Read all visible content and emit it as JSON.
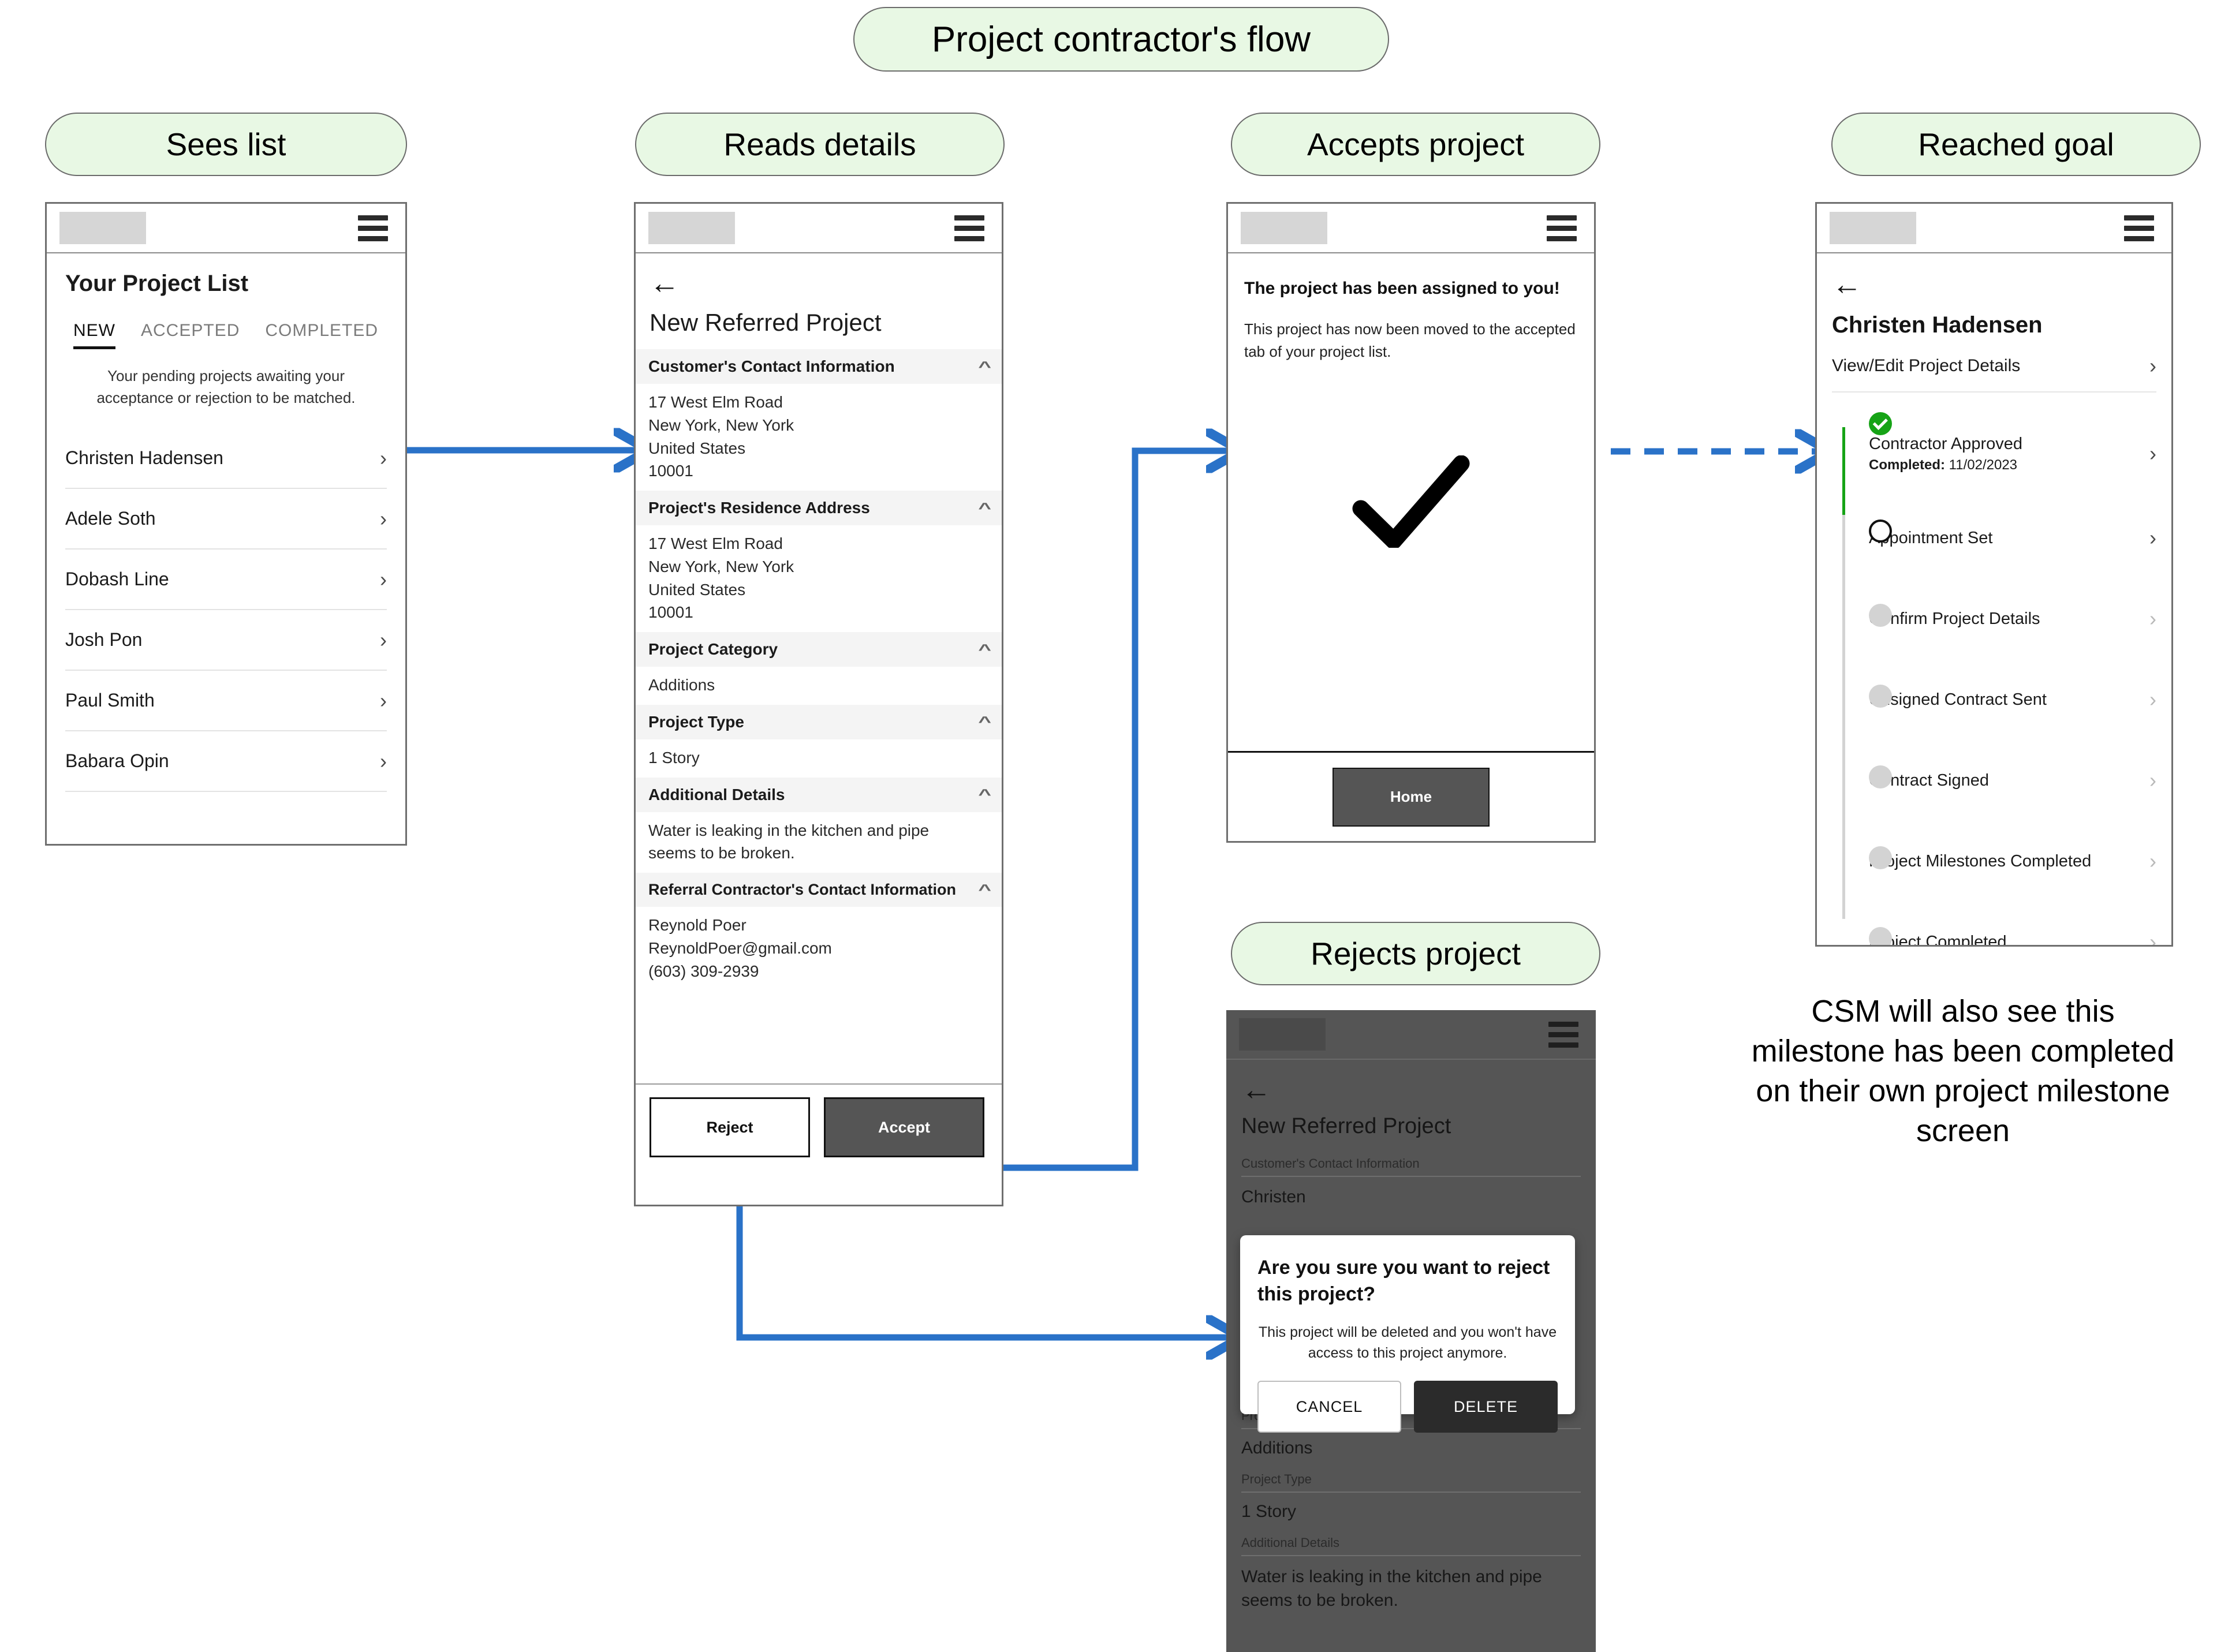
{
  "flow": {
    "title": "Project contractor's flow",
    "steps": [
      {
        "label": "Sees list"
      },
      {
        "label": "Reads details"
      },
      {
        "label": "Accepts project"
      },
      {
        "label": "Reached goal"
      },
      {
        "label": "Rejects project"
      }
    ],
    "note": "CSM will also see this milestone has been completed on their own project milestone screen",
    "accent_blue": "#2a72c8",
    "pill_green": "#e8f8e4",
    "status_green": "#16a316"
  },
  "screen_list": {
    "menu_icon": "hamburger-icon",
    "heading": "Your Project List",
    "tabs": [
      {
        "label": "NEW",
        "active": true
      },
      {
        "label": "ACCEPTED",
        "active": false
      },
      {
        "label": "COMPLETED",
        "active": false
      }
    ],
    "hint": "Your pending projects awaiting your acceptance or rejection to be matched.",
    "items": [
      {
        "name": "Christen Hadensen"
      },
      {
        "name": "Adele Soth"
      },
      {
        "name": "Dobash Line"
      },
      {
        "name": "Josh Pon"
      },
      {
        "name": "Paul Smith"
      },
      {
        "name": "Babara Opin"
      }
    ]
  },
  "screen_details": {
    "menu_icon": "hamburger-icon",
    "back_icon": "back-arrow-icon",
    "title": "New Referred Project",
    "sections": [
      {
        "heading": "Customer's Contact Information",
        "lines": [
          "17 West Elm Road",
          "New York, New York",
          "United States",
          "10001"
        ]
      },
      {
        "heading": "Project's Residence Address",
        "lines": [
          "17 West Elm Road",
          "New York, New York",
          "United States",
          "10001"
        ]
      },
      {
        "heading": "Project Category",
        "lines": [
          "Additions"
        ]
      },
      {
        "heading": "Project Type",
        "lines": [
          "1 Story"
        ]
      },
      {
        "heading": "Additional Details",
        "lines": [
          "Water is leaking in the kitchen and pipe seems to be broken."
        ]
      },
      {
        "heading": "Referral Contractor's Contact Information",
        "lines": [
          "Reynold Poer",
          "ReynoldPoer@gmail.com",
          "(603) 309-2939"
        ]
      }
    ],
    "reject_label": "Reject",
    "accept_label": "Accept"
  },
  "screen_accepted": {
    "menu_icon": "hamburger-icon",
    "heading": "The project has been assigned to you!",
    "body": "This project has now been moved to the accepted tab of your project list.",
    "check_icon": "checkmark-icon",
    "home_label": "Home"
  },
  "screen_milestones": {
    "menu_icon": "hamburger-icon",
    "back_icon": "back-arrow-icon",
    "customer": "Christen Hadensen",
    "view_edit_label": "View/Edit Project Details",
    "milestones": [
      {
        "label": "Contractor Approved",
        "state": "done",
        "completed_prefix": "Completed:",
        "completed_date": "11/02/2023"
      },
      {
        "label": "Appointment Set",
        "state": "current"
      },
      {
        "label": "Confirm Project Details",
        "state": "pending"
      },
      {
        "label": "Unsigned Contract Sent",
        "state": "pending"
      },
      {
        "label": "Contract Signed",
        "state": "pending"
      },
      {
        "label": "Project Milestones Completed",
        "state": "pending"
      },
      {
        "label": "Project Completed",
        "state": "pending"
      }
    ]
  },
  "screen_reject": {
    "menu_icon": "hamburger-icon",
    "back_icon": "back-arrow-icon",
    "title": "New Referred Project",
    "field_label": "Customer's Contact Information",
    "field_value": "Christen",
    "dialog": {
      "heading": "Are you sure you want to reject this project?",
      "body": "This project will be deleted and you won't have access to this project anymore.",
      "cancel_label": "CANCEL",
      "delete_label": "DELETE"
    },
    "below": [
      {
        "label": "Project Category",
        "value": "Additions"
      },
      {
        "label": "Project Type",
        "value": "1 Story"
      },
      {
        "label": "Additional Details",
        "value": "Water is leaking in the kitchen and pipe seems to be broken."
      }
    ]
  }
}
